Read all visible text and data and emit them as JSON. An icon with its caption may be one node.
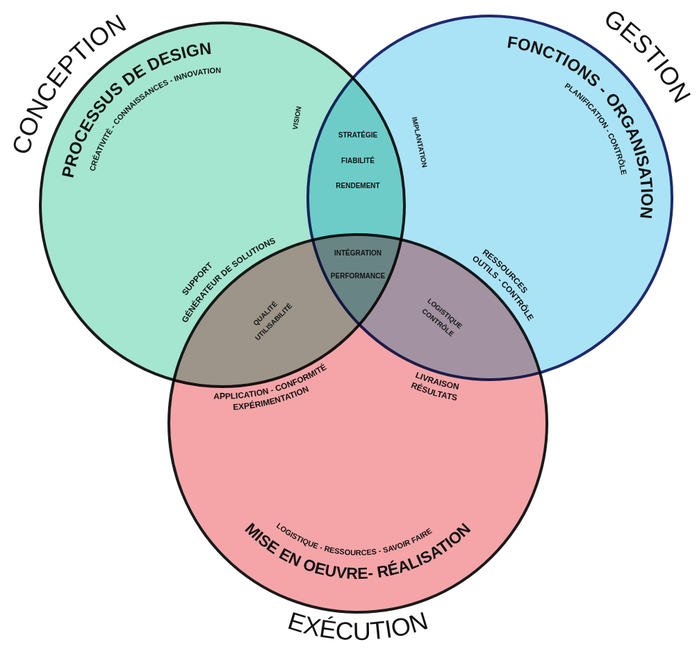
{
  "diagram": {
    "nodes": [
      {
        "text": [
          "CONCEPTION",
          "PROCESSUS DE DESIGN",
          "CRÉATIVITÉ - CONNAISSANCES - INNOVATION",
          "VISION",
          "SUPPORT",
          "GÉNÉRATEUR DE SOLUTIONS"
        ]
      },
      {
        "text": [
          "GESTION",
          "FONCTIONS - ORGANISATION",
          "PLANIFICATION - CONTRÔLE",
          "IMPLANTATION",
          "RESSOURCES",
          "OUTILS - CONTRÔLE"
        ]
      },
      {
        "text": [
          "APPLICATION - CONFORMITÉ",
          "EXPÉRIMENTATION",
          "LIVRAISON",
          "RÉSULTATS",
          "LOGISTIQUE - RESSOURCES - SAVOIR FAIRE",
          "MISE EN OEUVRE- RÉALISATION",
          "EXÉCUTION"
        ]
      }
    ],
    "labels": [
      "STRATÉGIE",
      "FIABILITÉ",
      "RENDEMENT",
      "INTÉGRATION",
      "PERFORMANCE",
      "QUALITÉ",
      "UTILISABILITÉ",
      "LOGISTIQUE",
      "CONTRÔLE"
    ]
  }
}
